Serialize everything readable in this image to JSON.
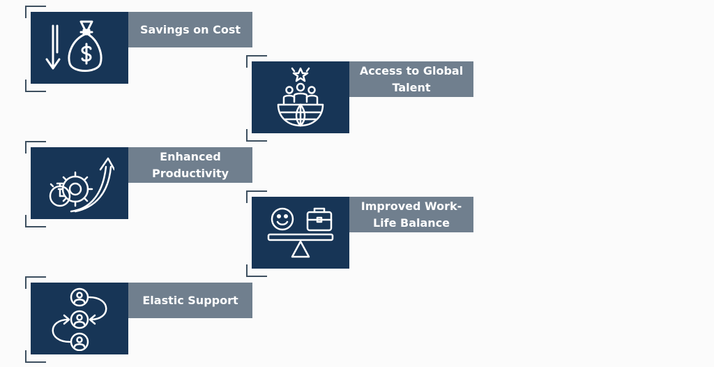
{
  "items": [
    {
      "label": "Savings on Cost",
      "icon": "money-bag-down-arrow-icon"
    },
    {
      "label": "Access to Global Talent",
      "icon": "global-talent-icon"
    },
    {
      "label": "Enhanced Productivity",
      "icon": "productivity-gear-icon"
    },
    {
      "label": "Improved Work-Life Balance",
      "icon": "work-life-balance-icon"
    },
    {
      "label": "Elastic Support",
      "icon": "elastic-support-icon"
    }
  ],
  "colors": {
    "icon_box": "#173556",
    "label_box": "#707f8e",
    "bracket": "#3d4f5f",
    "text": "#ffffff"
  }
}
